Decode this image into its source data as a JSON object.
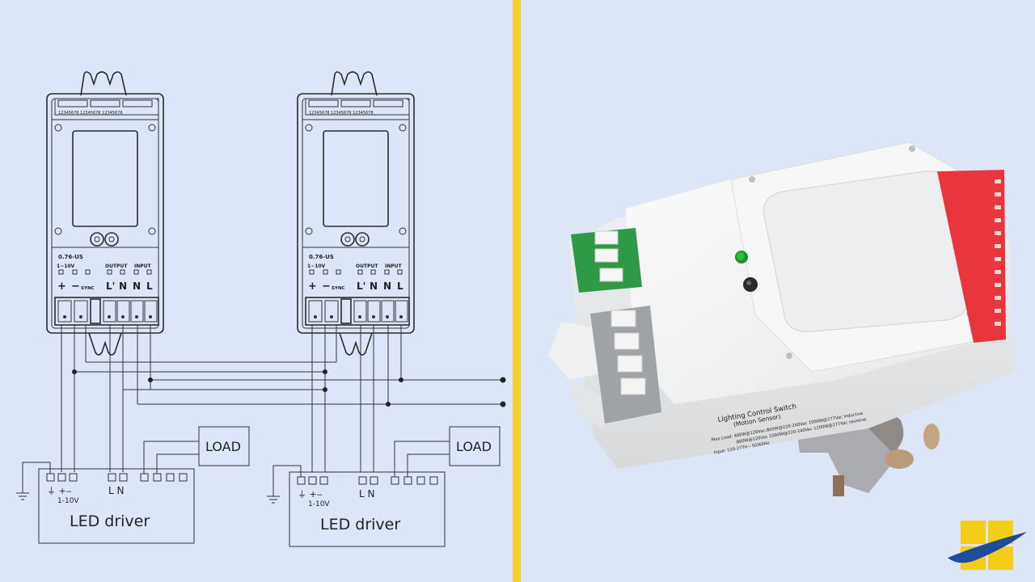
{
  "diagram": {
    "sensors": [
      {
        "model": "0.76-US",
        "group_dim": "1~10V",
        "group_output": "OUTPUT",
        "group_input": "INPUT",
        "term_plus": "+",
        "term_minus": "−",
        "term_sync": "SYNC",
        "term_lprime": "L'",
        "term_n_out": "N",
        "term_n_in": "N",
        "term_l_in": "L",
        "dip_labels": "12345678 12345678 12345678"
      },
      {
        "model": "0.76-US",
        "group_dim": "1~10V",
        "group_output": "OUTPUT",
        "group_input": "INPUT",
        "term_plus": "+",
        "term_minus": "−",
        "term_sync": "SYNC",
        "term_lprime": "L'",
        "term_n_out": "N",
        "term_n_in": "N",
        "term_l_in": "L",
        "dip_labels": "12345678 12345678 12345678"
      }
    ],
    "drivers": [
      {
        "title": "LED driver",
        "dim_label": "1-10V",
        "ln_label": "L N",
        "load_label": "LOAD"
      },
      {
        "title": "LED driver",
        "dim_label": "1-10V",
        "ln_label": "L N",
        "load_label": "LOAD"
      }
    ]
  },
  "product": {
    "label_title": "Lighting Control Switch",
    "label_subtitle": "(Motion Sensor)",
    "label_maxload": "Max Load: 400W@120Vac,800W@220-240Vac 1000W@277Vac Inductive",
    "label_maxload2": "800W@120Vac 1000W@220-240Vac 1200W@277Vac resistive",
    "label_input": "Input: 120-277V~ 50/60Hz",
    "led_color": "#27c23a",
    "dip_color": "#e8363c",
    "terminal_green": "#2f9a45"
  },
  "logo": {
    "square_color": "#f5cc18",
    "swoosh_color": "#1f4c9a"
  }
}
